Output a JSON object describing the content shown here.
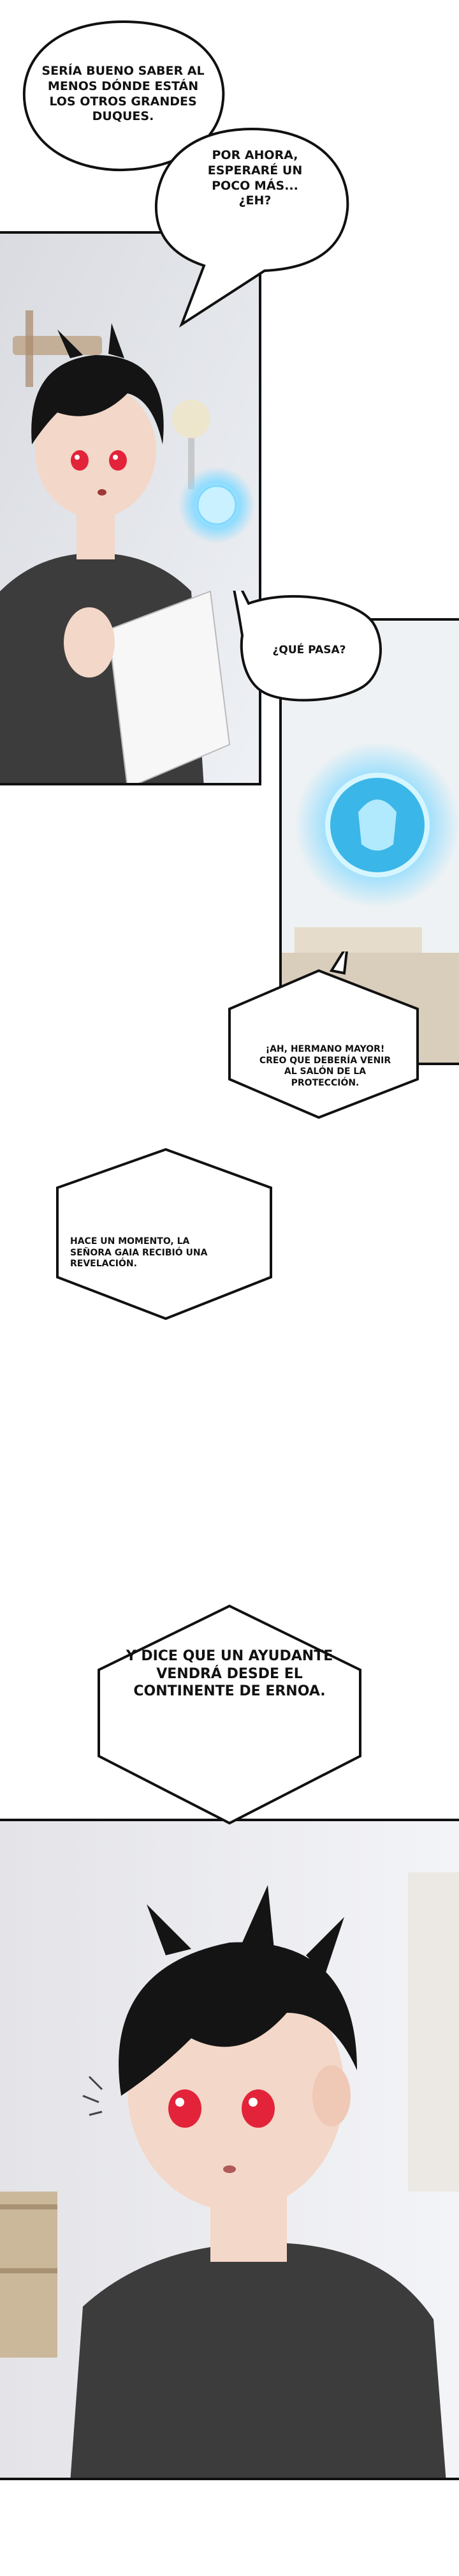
{
  "dialogue": {
    "bubble_1": "SERÍA BUENO SABER AL MENOS DÓNDE ESTÁN LOS OTROS GRANDES DUQUES.",
    "bubble_2": "POR AHORA, ESPERARÉ UN POCO MÁS... ¿EH?",
    "bubble_3": "¿QUÉ PASA?",
    "bubble_4": "¡AH, HERMANO MAYOR! CREO QUE DEBERÍA VENIR AL SALÓN DE LA PROTECCIÓN.",
    "bubble_5": "HACE UN MOMENTO, LA SEÑORA GAIA RECIBIÓ UNA REVELACIÓN.",
    "bubble_6": "Y DICE QUE UN AYUDANTE VENDRÁ DESDE EL CONTINENTE DE ERNOA."
  },
  "colors": {
    "panel_border": "#111111",
    "hair": "#141414",
    "eyes": "#e2233a",
    "shirt": "#3c3c3c",
    "skin": "#f3d7c8",
    "glow": "#7fd8ff"
  }
}
